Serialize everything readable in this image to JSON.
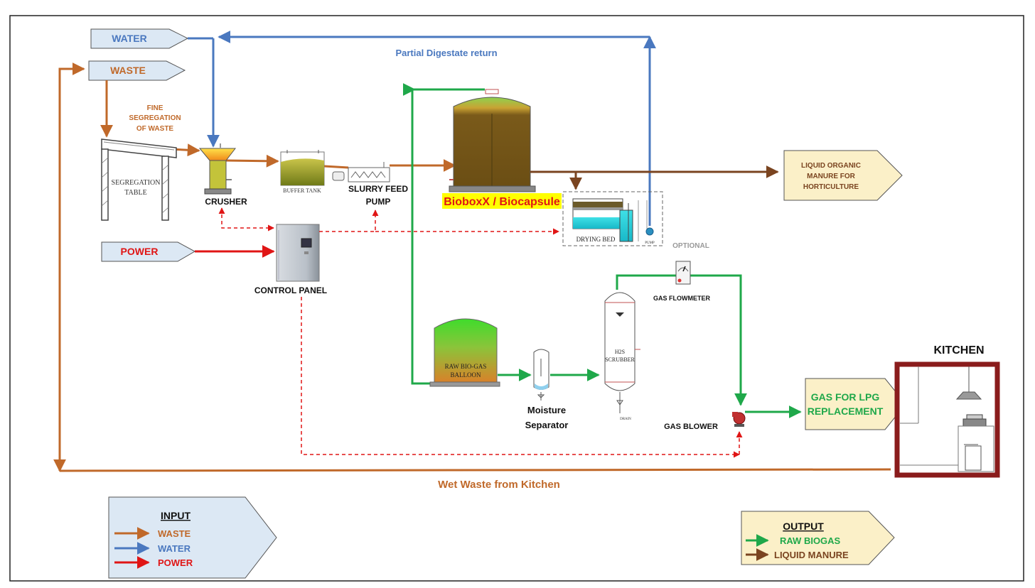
{
  "colors": {
    "waste": "#c0692a",
    "water": "#4a78bf",
    "power": "#e01515",
    "biogas": "#1fa84a",
    "manure": "#7a4420",
    "arrowbox_fill": "#dce8f4",
    "output_fill": "#fbf0c8",
    "highlight": "#ffff00",
    "kitchen_frame": "#8a1c1c"
  },
  "inputs": {
    "water": "WATER",
    "waste": "WASTE",
    "power": "POWER"
  },
  "labels": {
    "partial_digestate_return": "Partial Digestate return",
    "fine_segregation": [
      "FINE",
      "SEGREGATION",
      "OF WASTE"
    ],
    "segregation_table": [
      "SEGREGATION",
      "TABLE"
    ],
    "crusher": "CRUSHER",
    "buffer_tank": "BUFFER TANK",
    "slurry_feed_pump": [
      "SLURRY FEED",
      "PUMP"
    ],
    "biobox": "BioboxX / Biocapsule",
    "drying_bed": "DRYING BED",
    "pump": "PUMP",
    "optional": "OPTIONAL",
    "control_panel": "CONTROL PANEL",
    "gas_flowmeter": "GAS FLOWMETER",
    "raw_biogas_balloon": [
      "RAW BIO-GAS",
      "BALLOON"
    ],
    "moisture_separator": [
      "Moisture",
      "Separator"
    ],
    "h2s_scrubber": [
      "H2S",
      "SCRUBBER"
    ],
    "drain": "DRAIN",
    "gas_blower": "GAS BLOWER",
    "wet_waste": "Wet Waste from Kitchen",
    "kitchen": "KITCHEN"
  },
  "outputs": {
    "liquid_manure": [
      "LIQUID ORGANIC",
      "MANURE FOR",
      "HORTICULTURE"
    ],
    "gas_lpg": [
      "GAS FOR LPG",
      "REPLACEMENT"
    ]
  },
  "legend_input": {
    "title": "INPUT",
    "items": [
      {
        "label": "WASTE",
        "color": "#c0692a"
      },
      {
        "label": "WATER",
        "color": "#4a78bf"
      },
      {
        "label": "POWER",
        "color": "#e01515"
      }
    ]
  },
  "legend_output": {
    "title": "OUTPUT",
    "items": [
      {
        "label": "RAW BIOGAS",
        "color": "#1fa84a"
      },
      {
        "label": "LIQUID MANURE",
        "color": "#7a4420"
      }
    ]
  }
}
